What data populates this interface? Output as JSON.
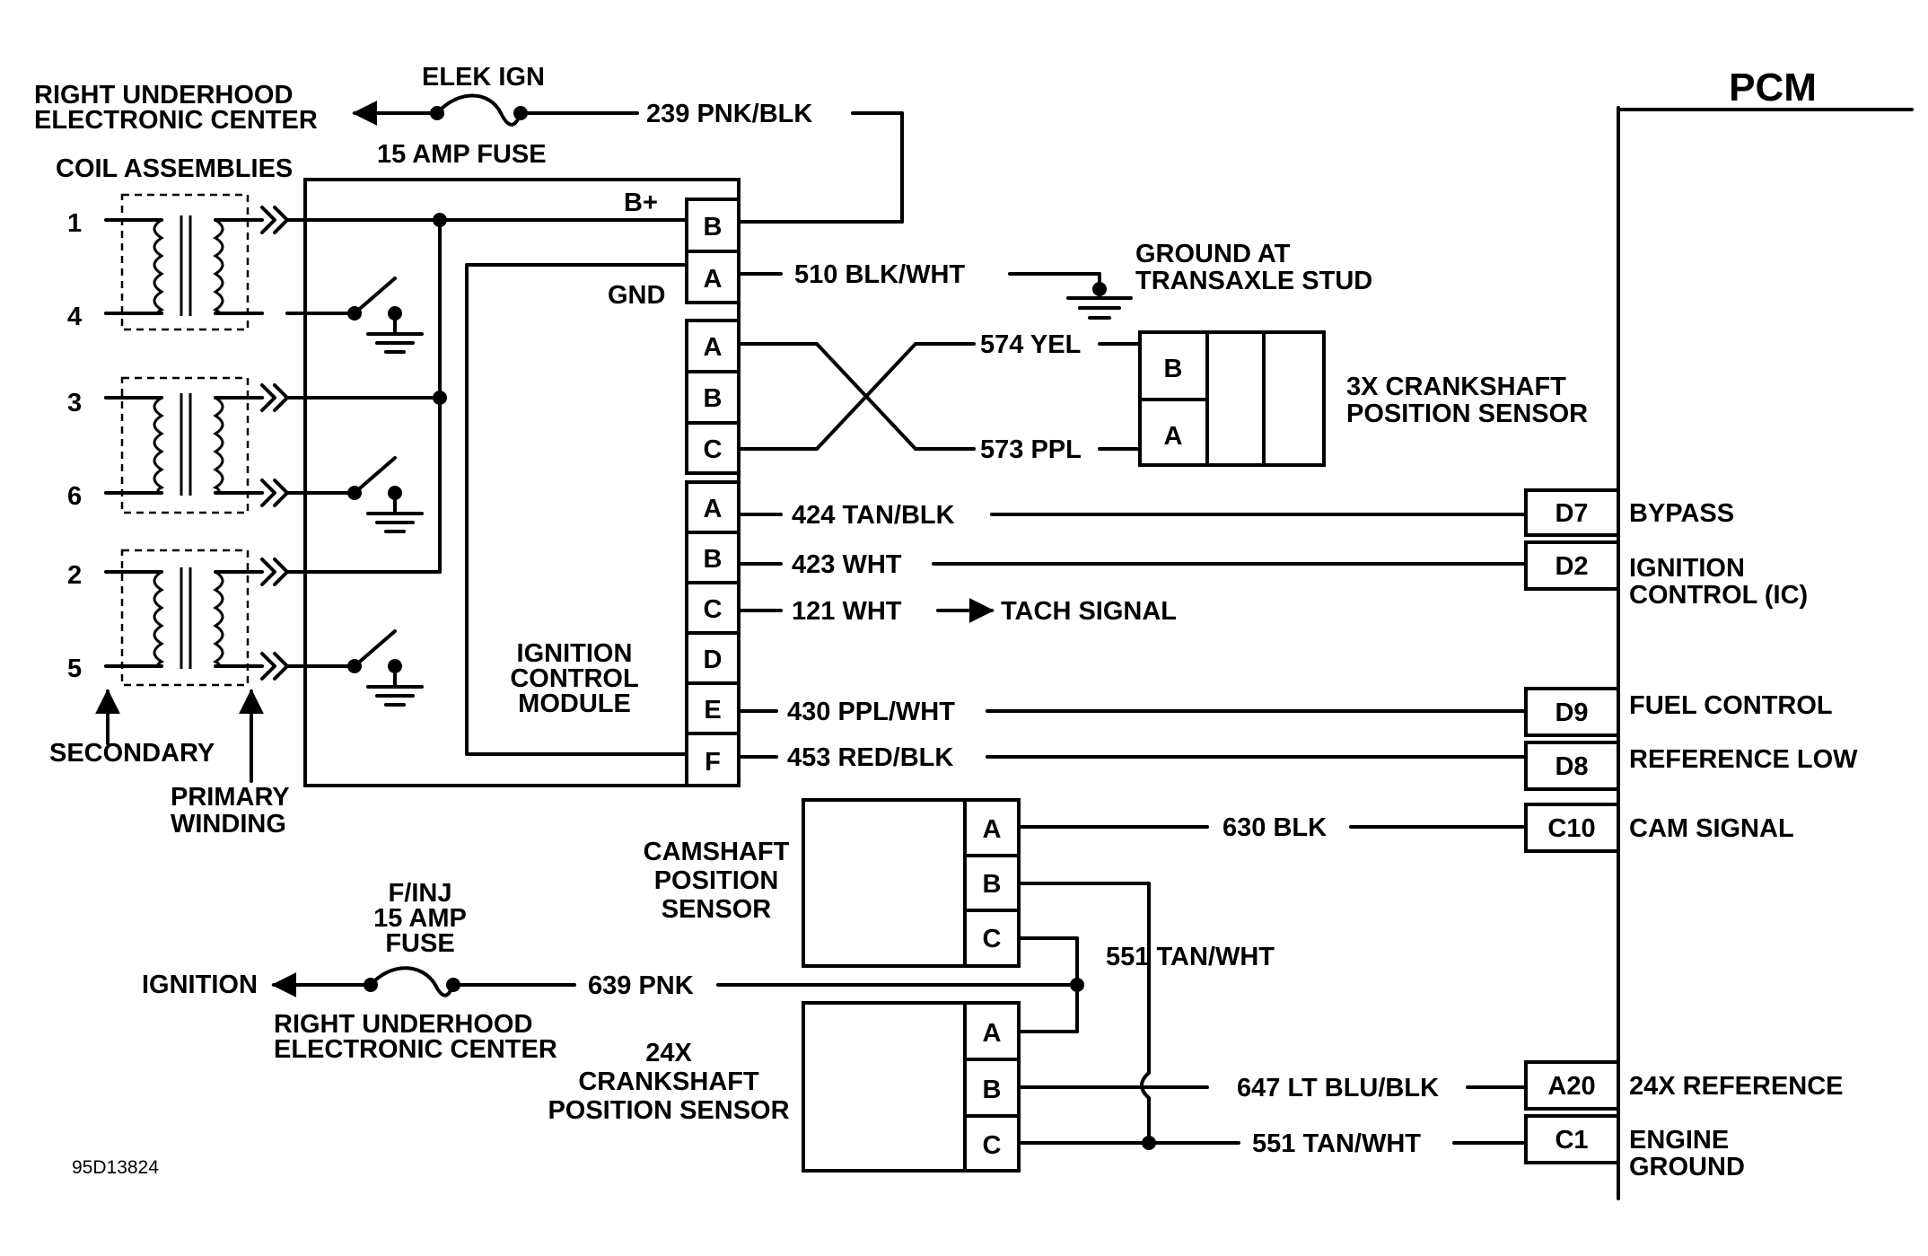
{
  "pcm": {
    "title": "PCM",
    "connectors": [
      {
        "pin": "D7",
        "label": [
          "BYPASS"
        ]
      },
      {
        "pin": "D2",
        "label": [
          "IGNITION",
          "CONTROL (IC)"
        ]
      },
      {
        "pin": "D9",
        "label": [
          "FUEL CONTROL"
        ]
      },
      {
        "pin": "D8",
        "label": [
          "REFERENCE LOW"
        ]
      },
      {
        "pin": "C10",
        "label": [
          "CAM SIGNAL"
        ]
      },
      {
        "pin": "A20",
        "label": [
          "24X REFERENCE"
        ]
      },
      {
        "pin": "C1",
        "label": [
          "ENGINE",
          "GROUND"
        ]
      }
    ]
  },
  "top": {
    "underhood": [
      "RIGHT UNDERHOOD",
      "ELECTRONIC CENTER"
    ],
    "fuse_name": "ELEK IGN",
    "fuse_rating": "15 AMP FUSE",
    "feed_wire": "239 PNK/BLK"
  },
  "coils": {
    "title": "COIL ASSEMBLIES",
    "terminals": [
      "1",
      "4",
      "3",
      "6",
      "2",
      "5"
    ],
    "secondary": "SECONDARY",
    "primary": [
      "PRIMARY",
      "WINDING"
    ]
  },
  "icm": {
    "bplus": "B+",
    "gnd": "GND",
    "name": [
      "IGNITION",
      "CONTROL",
      "MODULE"
    ],
    "pins": [
      "B",
      "A",
      "A",
      "B",
      "C",
      "A",
      "B",
      "C",
      "D",
      "E",
      "F"
    ]
  },
  "wires": {
    "gnd_wire": "510  BLK/WHT",
    "ground_at": [
      "GROUND AT",
      "TRANSAXLE STUD"
    ],
    "yel": "574 YEL",
    "ppl": "573 PPL",
    "w424": "424 TAN/BLK",
    "w423": "423 WHT",
    "w121": "121 WHT",
    "tach": "TACH SIGNAL",
    "w430": "430 PPL/WHT",
    "w453": "453 RED/BLK",
    "w630": "630 BLK",
    "w551a": "551 TAN/WHT",
    "w639": "639  PNK",
    "w647": "647 LT BLU/BLK",
    "w551b": "551 TAN/WHT"
  },
  "crank3x": {
    "name": [
      "3X CRANKSHAFT",
      "POSITION SENSOR"
    ],
    "pins": [
      "B",
      "A"
    ]
  },
  "cam": {
    "name": [
      "CAMSHAFT",
      "POSITION",
      "SENSOR"
    ],
    "pins": [
      "A",
      "B",
      "C"
    ]
  },
  "crank24x": {
    "name": [
      "24X",
      "CRANKSHAFT",
      "POSITION SENSOR"
    ],
    "pins": [
      "A",
      "B",
      "C"
    ]
  },
  "finj": {
    "fuse": [
      "F/INJ",
      "15 AMP",
      "FUSE"
    ],
    "ignition": "IGNITION",
    "underhood": [
      "RIGHT UNDERHOOD",
      "ELECTRONIC CENTER"
    ]
  },
  "figure_code": "95D13824"
}
